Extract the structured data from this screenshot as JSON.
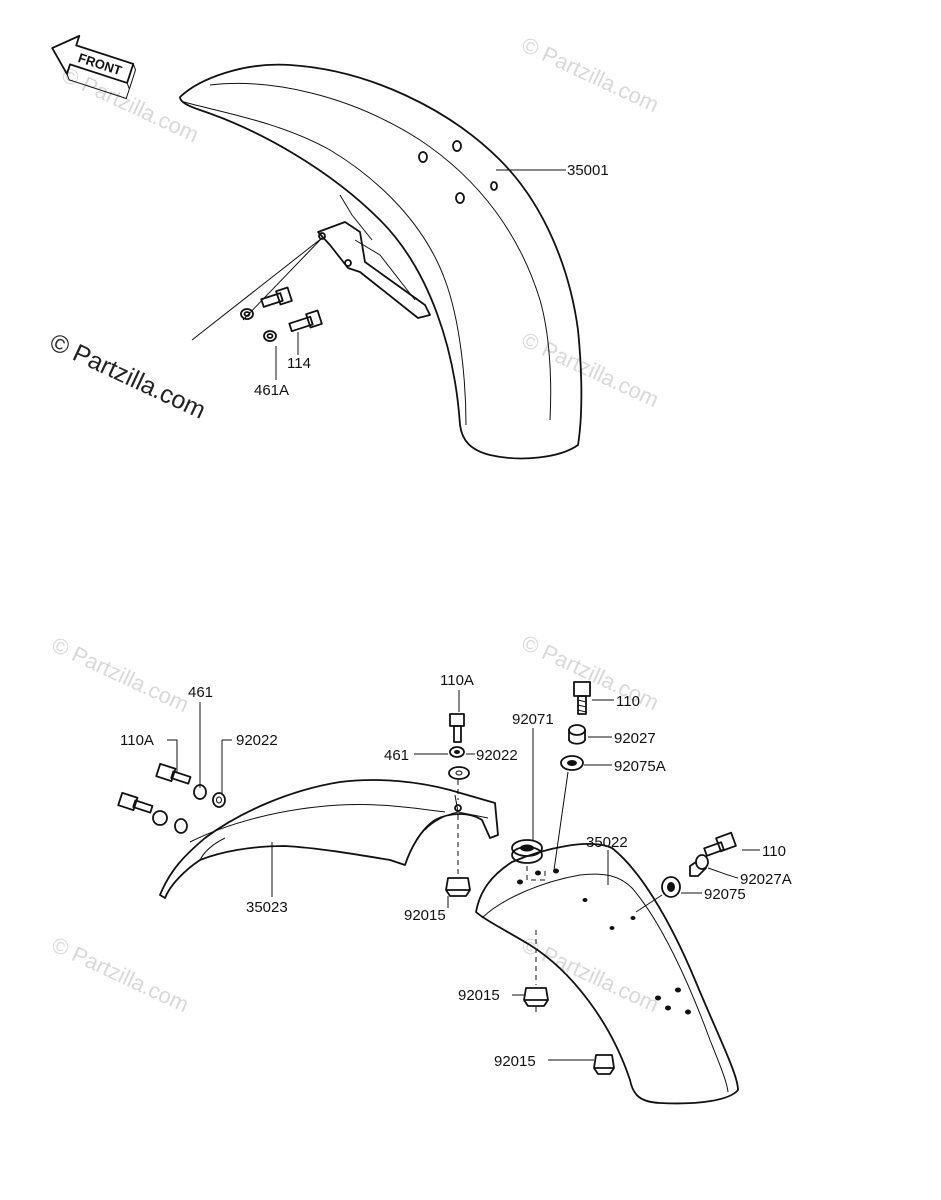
{
  "badge": {
    "front": "FRONT"
  },
  "watermark": {
    "main": "© Partzilla.com",
    "faint": "© Partzilla.com"
  },
  "callouts": {
    "c35001": "35001",
    "c114": "114",
    "c461A": "461A",
    "c461_top": "461",
    "c110A_left": "110A",
    "c92022_left": "92022",
    "c35023": "35023",
    "c110A_mid": "110A",
    "c461_mid": "461",
    "c92022_mid": "92022",
    "c92015_mid": "92015",
    "c92071": "92071",
    "c110_top": "110",
    "c92027": "92027",
    "c92075A": "92075A",
    "c35022": "35022",
    "c110_right": "110",
    "c92027A": "92027A",
    "c92075": "92075",
    "c92015_low1": "92015",
    "c92015_low2": "92015"
  }
}
